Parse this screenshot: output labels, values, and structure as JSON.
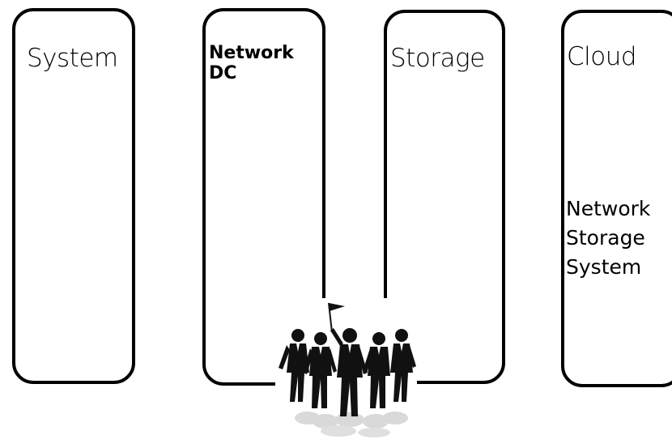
{
  "columns": [
    {
      "id": "system",
      "title": "System"
    },
    {
      "id": "network",
      "title": "Network\nDC"
    },
    {
      "id": "storage",
      "title": "Storage"
    },
    {
      "id": "cloud",
      "title": "Cloud",
      "items": [
        "Network",
        "Storage",
        "System"
      ]
    }
  ],
  "image": {
    "icon": "team-leader-with-flag-icon"
  }
}
